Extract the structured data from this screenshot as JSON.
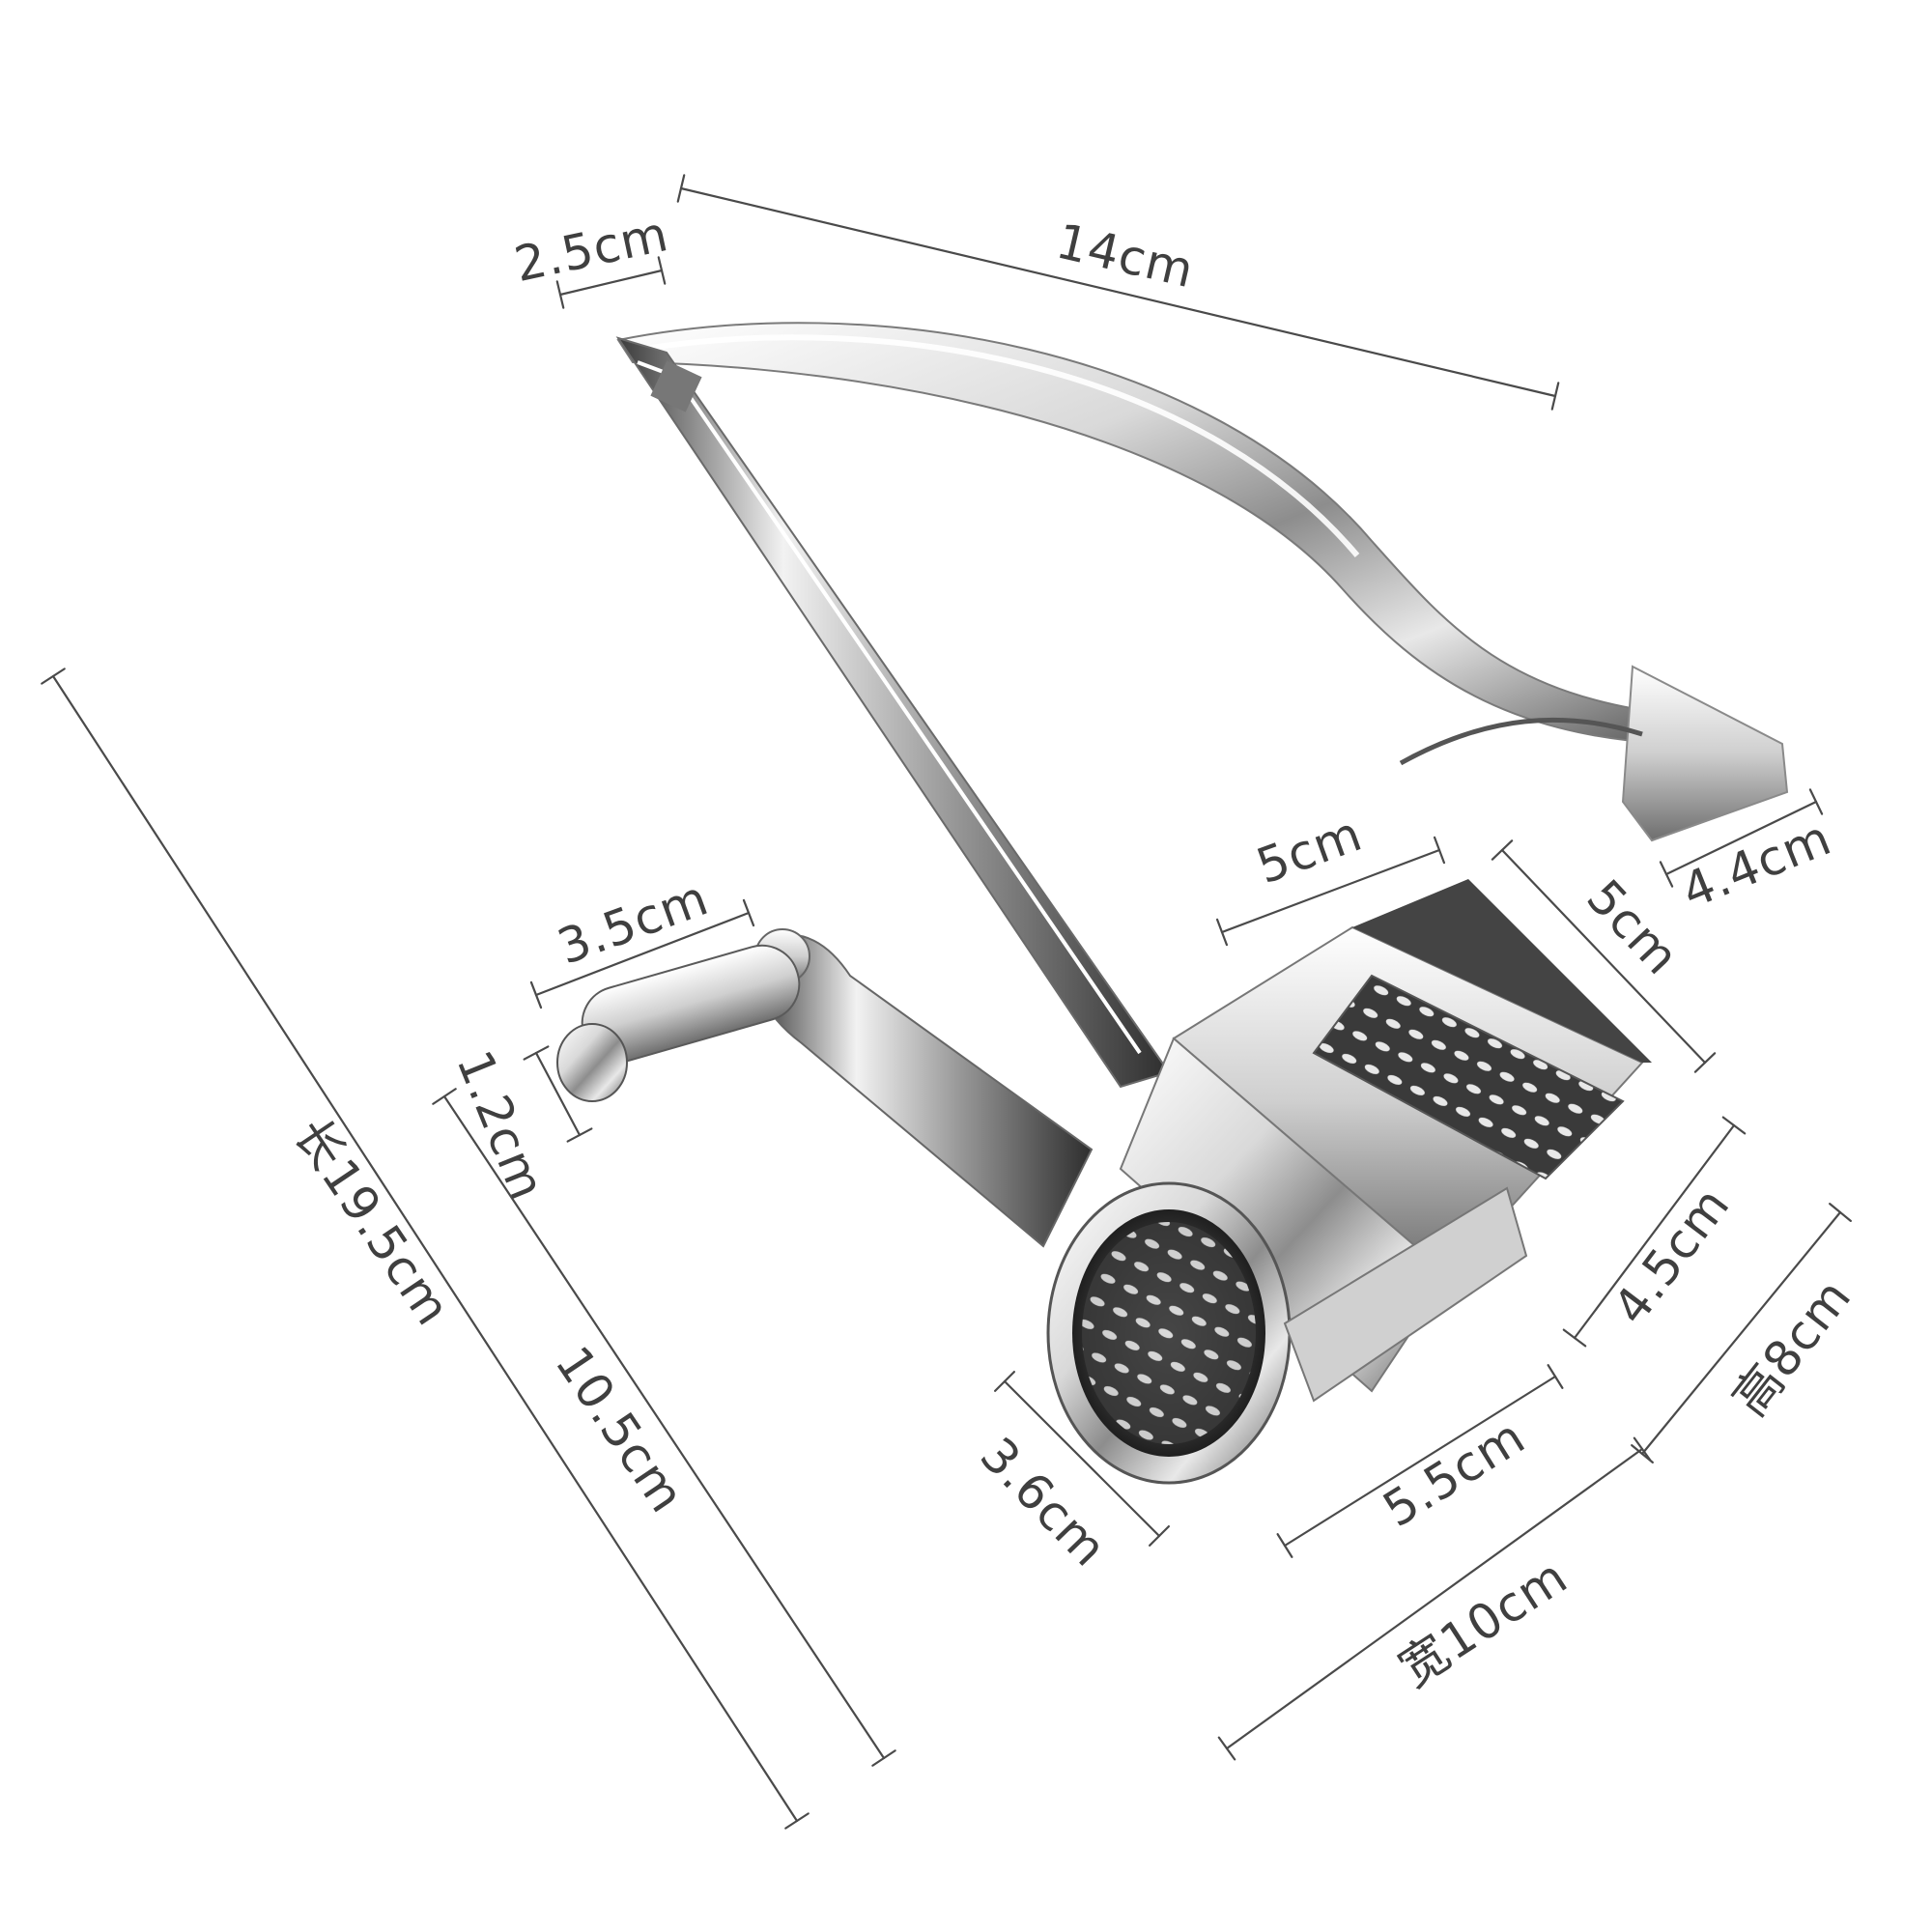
{
  "colors": {
    "dimension_line": "#4a4a4a",
    "label_text": "#3f3f3f",
    "steel_light": "#f4f4f4",
    "steel_mid": "#bdbdbd",
    "steel_dark": "#2e2e2e"
  },
  "product": {
    "name_icon": "rotary-cheese-grater-icon"
  },
  "dimensions": {
    "handle_length": "14cm",
    "handle_tip": "2.5cm",
    "total_length": "长19.5cm",
    "crank_arm": "3.5cm",
    "knob_diameter": "1.2cm",
    "body_height": "10.5cm",
    "hopper_width": "5cm",
    "hopper_depth": "5cm",
    "handle_pad": "4.4cm",
    "drum_diameter": "3.6cm",
    "drum_length": "5.5cm",
    "hopper_height": "4.5cm",
    "total_width": "宽10cm",
    "total_height": "高8cm"
  }
}
